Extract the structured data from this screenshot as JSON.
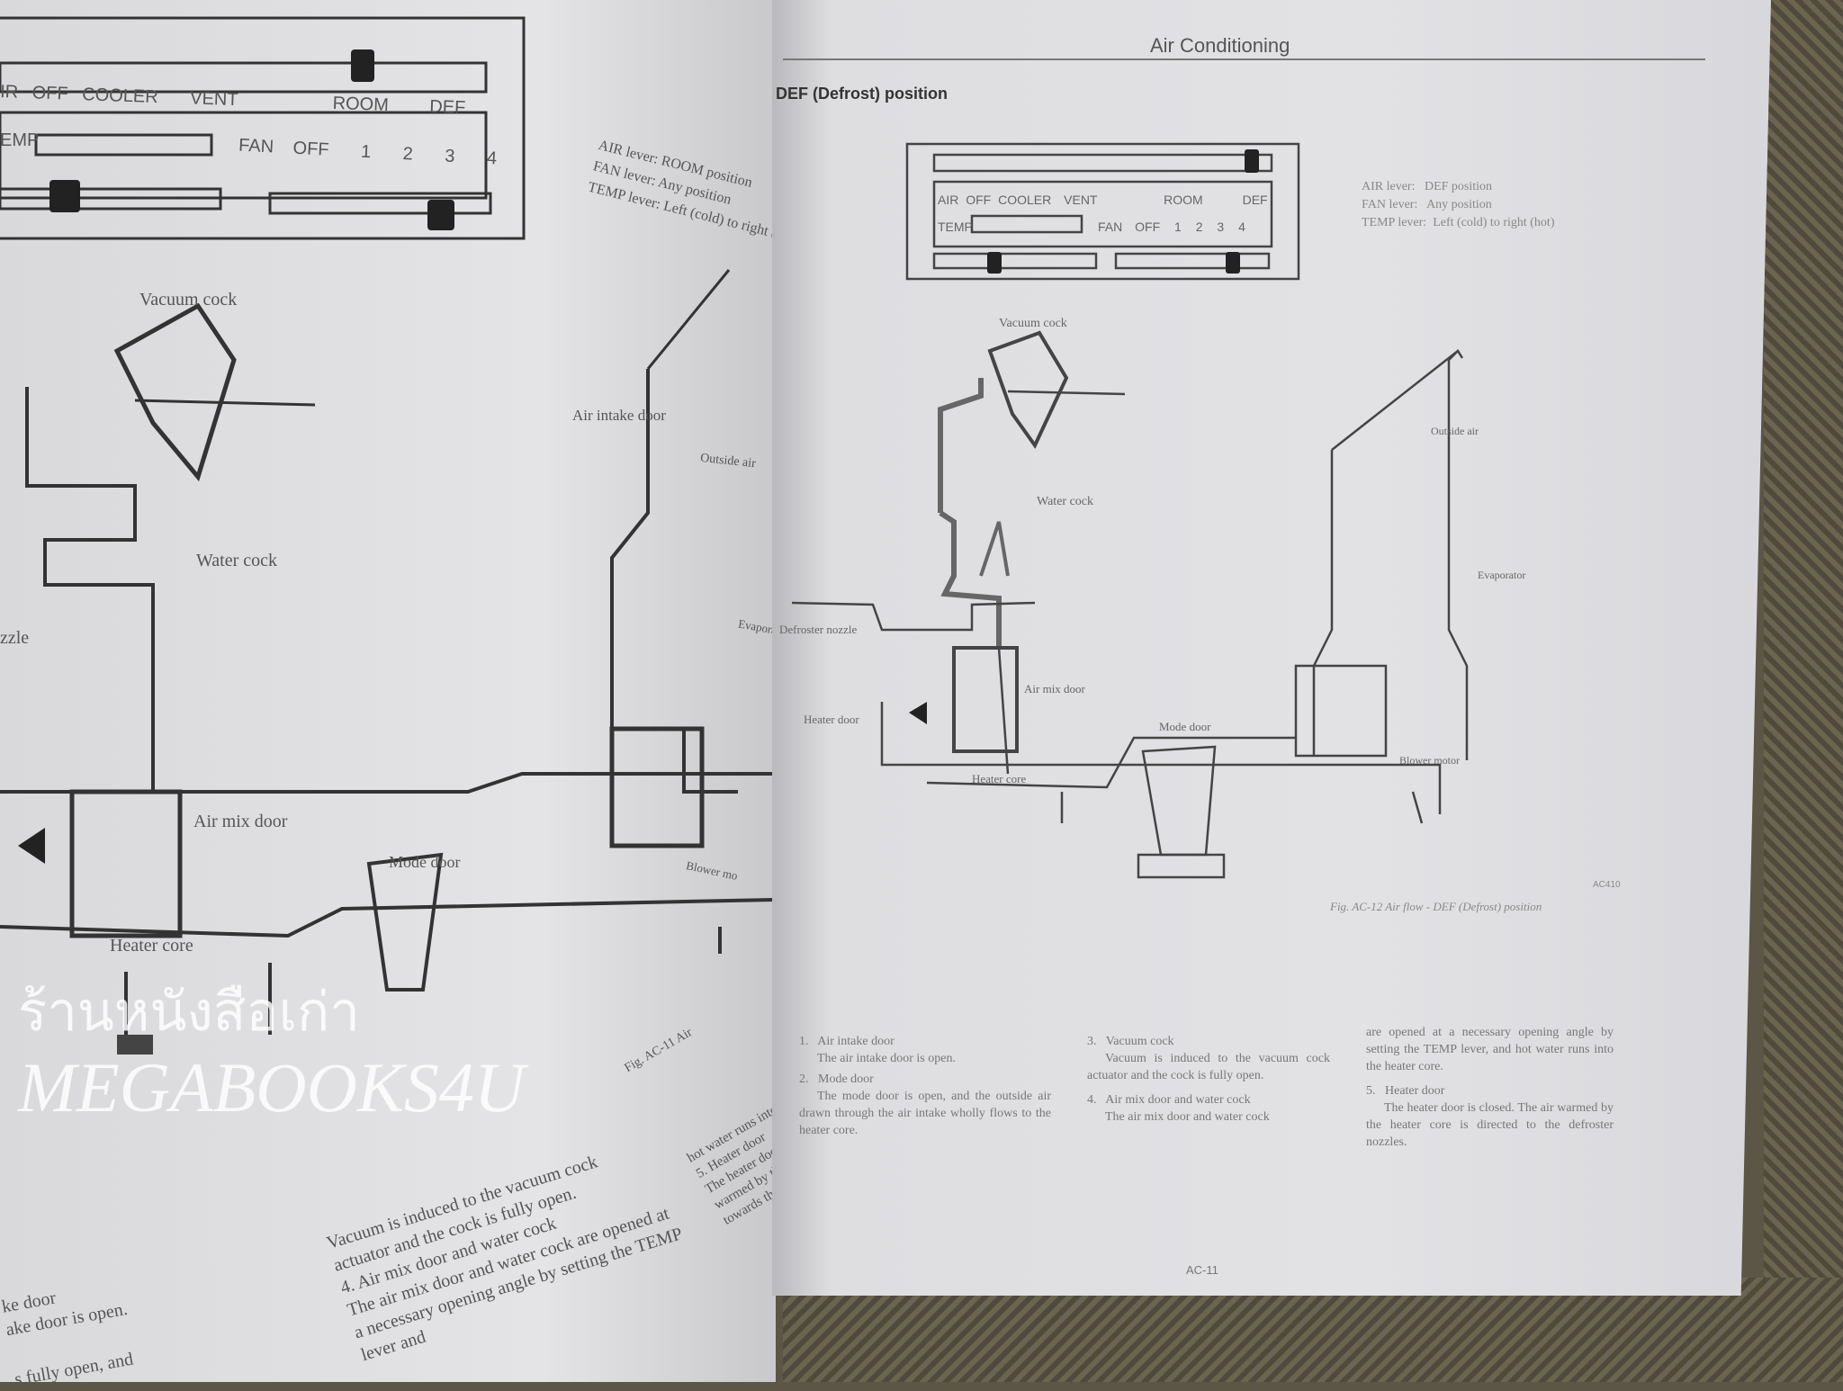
{
  "right_page": {
    "header": "Air Conditioning",
    "section_title": "DEF (Defrost) position",
    "panel": {
      "labels": [
        "AIR",
        "OFF",
        "COOLER",
        "VENT",
        "ROOM",
        "DEF"
      ],
      "temp": "TEMP",
      "fan": "FAN",
      "fan_positions": [
        "OFF",
        "1",
        "2",
        "3",
        "4"
      ]
    },
    "levers": [
      "AIR lever:   DEF position",
      "FAN lever:   Any position",
      "TEMP lever:  Left (cold) to right (hot)"
    ],
    "diagram_labels": {
      "vacuum_cock": "Vacuum cock",
      "water_cock": "Water cock",
      "outside_air": "Outside air",
      "evaporator": "Evaporator",
      "defroster_nozzle": "Defroster nozzle",
      "air_mix_door": "Air mix door",
      "heater_door": "Heater door",
      "mode_door": "Mode door",
      "heater_core": "Heater core",
      "blower_motor": "Blower motor",
      "code": "AC410"
    },
    "caption": "Fig. AC-12 Air flow - DEF (Defrost) position",
    "items": [
      {
        "title": "1.   Air intake door",
        "text": "The air intake door is open."
      },
      {
        "title": "2.   Mode door",
        "text": "The mode door is open, and the outside air drawn through the air intake wholly flows to the heater core."
      },
      {
        "title": "3.   Vacuum cock",
        "text": "Vacuum is induced to the vacuum cock actuator and the cock is fully open."
      },
      {
        "title": "4.   Air mix door and water cock",
        "text": "The air mix door and water cock"
      },
      {
        "title": "",
        "text": "are opened at a necessary opening angle by setting the TEMP lever, and hot water runs into the heater core."
      },
      {
        "title": "5.   Heater door",
        "text": "The heater door is closed. The air warmed by the heater core is directed to the defroster nozzles."
      }
    ],
    "page_number": "AC-11"
  },
  "left_page": {
    "panel": {
      "labels": [
        "IR",
        "OFF",
        "COOLER",
        "VENT",
        "ROOM",
        "DEF"
      ],
      "temp": "EMP",
      "fan": "FAN",
      "fan_positions": [
        "OFF",
        "1",
        "2",
        "3",
        "4"
      ]
    },
    "levers": [
      "AIR lever:   ROOM position",
      "FAN lever:   Any position",
      "TEMP lever:  Left (cold) to right (ho"
    ],
    "diagram_labels": {
      "vacuum_cock": "Vacuum cock",
      "air_intake_door": "Air intake door",
      "outside_air": "Outside air",
      "water_cock": "Water cock",
      "evaporator": "Evaporato",
      "nozzle": "zzle",
      "air_mix_door": "Air mix door",
      "mode_door": "Mode door",
      "heater_core": "Heater core",
      "blower_motor": "Blower mo",
      "caption": "Fig. AC-11 Air"
    },
    "text": {
      "col1": [
        "ke door",
        "ake door is open.",
        "s fully open, and"
      ],
      "col2": [
        "Vacuum is induced to the vacuum cock actuator and the cock is fully open.",
        "4.   Air mix door and water cock",
        "The air mix door and water cock are opened at a necessary opening angle by setting the TEMP lever and"
      ],
      "col3": [
        "hot water runs into the",
        "5.   Heater door",
        "The heater door is",
        "warmed by the heater",
        "towards the floor"
      ]
    }
  },
  "watermark": {
    "thai": "ร้านหนังสือเก่า",
    "latin": "MEGABOOKS4U"
  }
}
